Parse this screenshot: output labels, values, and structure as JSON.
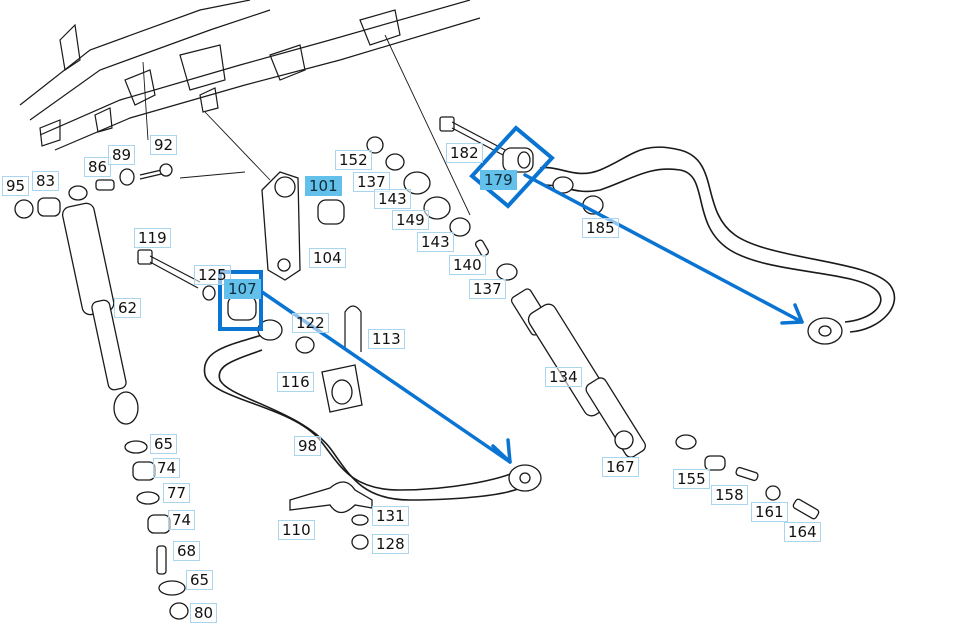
{
  "diagram": {
    "accent_color": "#0a74d2",
    "highlight_color": "#62c0ea",
    "labels": {
      "p95": "95",
      "p83": "83",
      "p86": "86",
      "p89": "89",
      "p92": "92",
      "p152": "152",
      "p182": "182",
      "p179": "179",
      "p101": "101",
      "p137a": "137",
      "p143a": "143",
      "p149": "149",
      "p185": "185",
      "p143b": "143",
      "p119": "119",
      "p104": "104",
      "p140": "140",
      "p137b": "137",
      "p125": "125",
      "p107": "107",
      "p62": "62",
      "p122": "122",
      "p113": "113",
      "p116": "116",
      "p134": "134",
      "p98": "98",
      "p65a": "65",
      "p74a": "74",
      "p167": "167",
      "p155": "155",
      "p158": "158",
      "p77": "77",
      "p74b": "74",
      "p161": "161",
      "p131": "131",
      "p164": "164",
      "p110": "110",
      "p128": "128",
      "p68": "68",
      "p65b": "65",
      "p80": "80"
    },
    "highlighted": [
      "101",
      "107",
      "179"
    ]
  }
}
